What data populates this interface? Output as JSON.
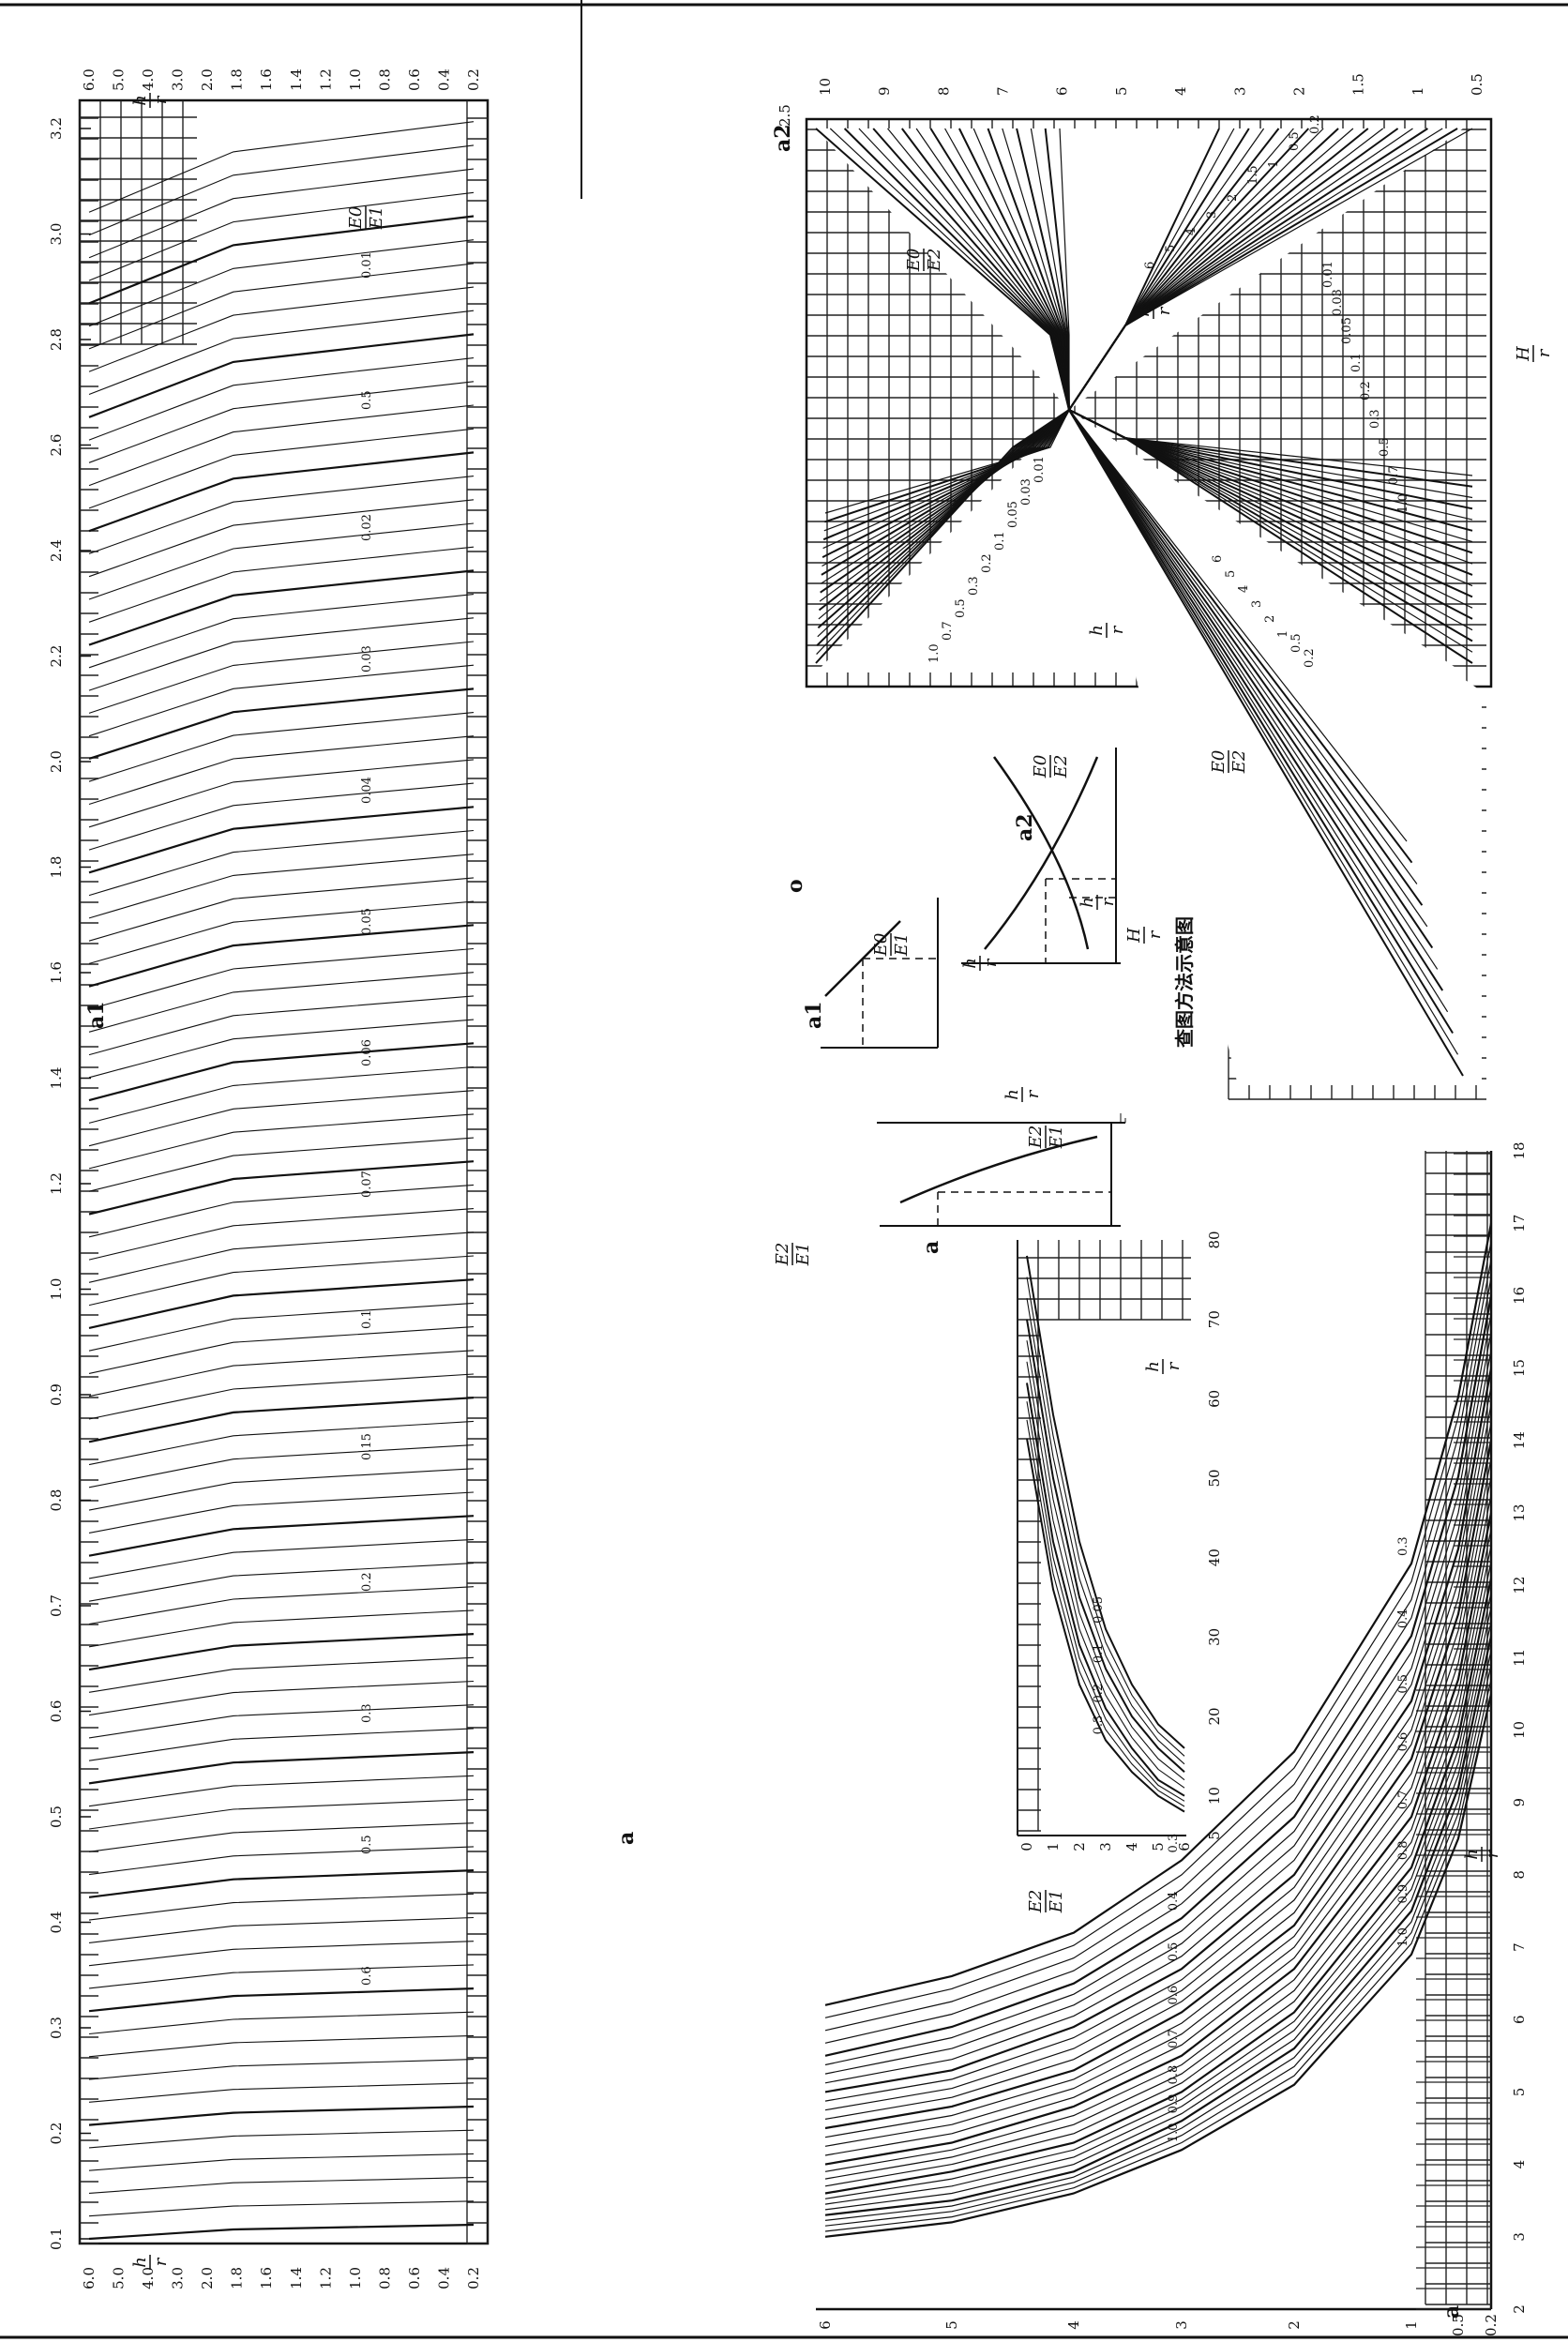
{
  "chart_data": [
    {
      "type": "line",
      "y_label": "a",
      "x_label_num": "h",
      "x_label_den": "r",
      "y_ticks": [
        "2",
        "3",
        "4",
        "5",
        "6",
        "7",
        "8",
        "9",
        "10",
        "11",
        "12",
        "13",
        "14",
        "15",
        "16",
        "17",
        "18"
      ],
      "x_ticks": [
        "0.2",
        "0.5",
        "1",
        "2",
        "3",
        "4",
        "5",
        "6"
      ],
      "x_values": [
        0.2,
        0.5,
        1,
        2,
        3,
        4,
        5,
        6
      ],
      "ylim": [
        2,
        18
      ],
      "param_label_num": "E2",
      "param_label_den": "E1",
      "series": [
        {
          "name": "0.3",
          "values": [
            17.0,
            14.6,
            12.3,
            9.7,
            8.2,
            7.2,
            6.6,
            6.2
          ]
        },
        {
          "name": "0.4",
          "values": [
            16.0,
            13.5,
            11.3,
            8.8,
            7.4,
            6.5,
            5.9,
            5.5
          ]
        },
        {
          "name": "0.5",
          "values": [
            15.0,
            12.5,
            10.4,
            8.0,
            6.7,
            5.9,
            5.3,
            5.0
          ]
        },
        {
          "name": "0.6",
          "values": [
            14.0,
            11.6,
            9.6,
            7.3,
            6.1,
            5.3,
            4.8,
            4.5
          ]
        },
        {
          "name": "0.7",
          "values": [
            13.0,
            10.7,
            8.8,
            6.7,
            5.5,
            4.8,
            4.3,
            4.0
          ]
        },
        {
          "name": "0.8",
          "values": [
            12.1,
            9.9,
            8.1,
            6.1,
            5.0,
            4.3,
            3.9,
            3.6
          ]
        },
        {
          "name": "0.9",
          "values": [
            11.3,
            9.2,
            7.5,
            5.6,
            4.6,
            3.9,
            3.5,
            3.3
          ]
        },
        {
          "name": "1.0",
          "values": [
            10.5,
            8.5,
            6.9,
            5.1,
            4.2,
            3.6,
            3.2,
            3.0
          ]
        }
      ]
    },
    {
      "type": "line",
      "y_label": "a",
      "x_label_num": "h",
      "x_label_den": "r",
      "y_ticks": [
        "5",
        "10",
        "20",
        "30",
        "40",
        "50",
        "60",
        "70",
        "80"
      ],
      "x_ticks": [
        "0",
        "1",
        "2",
        "3",
        "4",
        "5",
        "6"
      ],
      "x_values": [
        0,
        1,
        2,
        3,
        4,
        5,
        6
      ],
      "ylim": [
        5,
        80
      ],
      "param_label_num": "E2",
      "param_label_den": "E1",
      "series": [
        {
          "name": "0.05",
          "values": [
            78,
            58,
            42,
            31,
            24,
            19,
            16
          ]
        },
        {
          "name": "0.1",
          "values": [
            70,
            50,
            35,
            26,
            20,
            16,
            13
          ]
        },
        {
          "name": "0.2",
          "values": [
            62,
            42,
            29,
            21,
            16,
            12,
            10
          ]
        },
        {
          "name": "0.3",
          "values": [
            55,
            36,
            24,
            17,
            13,
            10,
            8
          ]
        }
      ]
    },
    {
      "type": "line",
      "y_label": "a1",
      "x_left_num": "h",
      "x_left_den": "r",
      "x_right_num": "h",
      "x_right_den": "r",
      "x_left_ticks": [
        "6.0",
        "5.0",
        "4.0",
        "3.0",
        "2.0",
        "1.8",
        "1.6",
        "1.4",
        "1.2",
        "1.0",
        "0.8",
        "0.6",
        "0.4",
        "0.2"
      ],
      "x_right_ticks": [
        "6.0",
        "5.0",
        "4.0",
        "3.0",
        "2.0",
        "1.8",
        "1.6",
        "1.4",
        "1.2",
        "1.0",
        "0.8",
        "0.6",
        "0.4",
        "0.2"
      ],
      "y_ticks": [
        "0.1",
        "0.2",
        "0.3",
        "0.4",
        "0.5",
        "0.6",
        "0.7",
        "0.8",
        "0.9",
        "1.0",
        "1.2",
        "1.4",
        "1.6",
        "1.8",
        "2.0",
        "2.2",
        "2.4",
        "2.6",
        "2.8",
        "3.0",
        "3.2"
      ],
      "param_label_num": "E0",
      "param_label_den": "E1",
      "curve_labels": [
        "0.01",
        "0.5",
        "0.02",
        "0.03",
        "0.04",
        "0.05",
        "0.06",
        "0.07",
        "0.1",
        "0.15",
        "0.2",
        "0.3",
        "0.5",
        "0.6"
      ]
    },
    {
      "type": "line",
      "y_label": "a2",
      "y_top_label": "2.5",
      "x_label_num": "H",
      "x_label_den": "r",
      "x_ticks": [
        "0.5",
        "1",
        "1.5",
        "2",
        "3",
        "4",
        "5",
        "6",
        "7",
        "8",
        "9",
        "10"
      ],
      "param_label_num": "E0",
      "param_label_den": "E2",
      "h_r_label_num": "h",
      "h_r_label_den": "r",
      "upper_left_labels": [
        "1.0",
        "0.7",
        "0.5",
        "0.3",
        "0.2",
        "0.1",
        "0.05",
        "0.03",
        "0.01"
      ],
      "upper_right_labels": [
        "6",
        "5",
        "4",
        "3",
        "2",
        "1.5",
        "1",
        "0.5",
        "0.2"
      ],
      "lower_left_labels": [
        "0.2",
        "0.5",
        "1",
        "2",
        "3",
        "4",
        "5",
        "6"
      ],
      "lower_right_labels": [
        "1.0",
        "0.7",
        "0.5",
        "0.3",
        "0.2",
        "0.1",
        "0.05",
        "0.03",
        "0.01"
      ]
    }
  ],
  "diagram": {
    "caption": "查图方法示意图",
    "label_a": "a",
    "label_a1": "a1",
    "label_a2": "a2",
    "label_o": "o",
    "frac_e2_e1_num": "E2",
    "frac_e2_e1_den": "E1",
    "frac_e0_e1_num": "E0",
    "frac_e0_e1_den": "E1",
    "frac_e0_e2_num": "E0",
    "frac_e0_e2_den": "E2",
    "frac_h_r_num": "h",
    "frac_h_r_den": "r",
    "frac_H_r_num": "H",
    "frac_H_r_den": "r"
  }
}
